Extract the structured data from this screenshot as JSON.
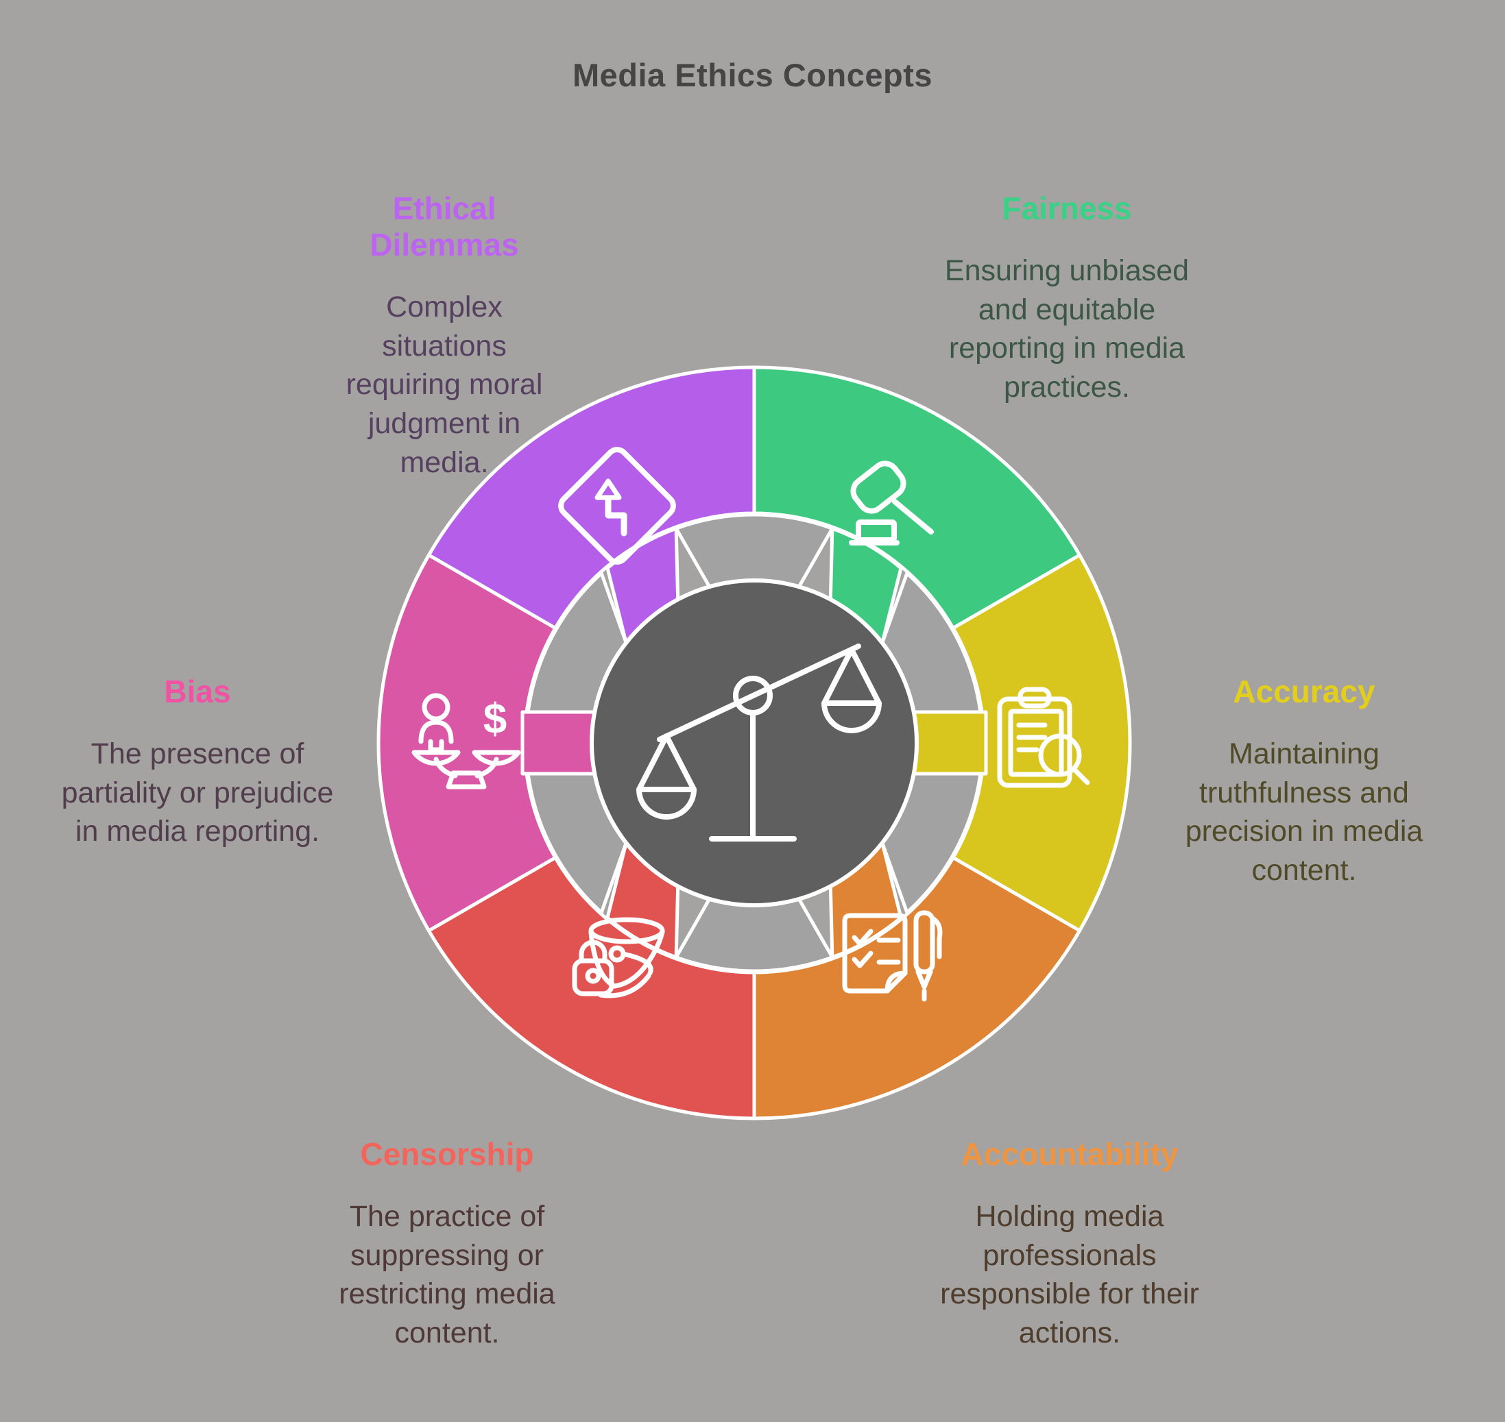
{
  "title": "Media Ethics Concepts",
  "background_color": "#a4a3a2",
  "wheel": {
    "hub_color": "#5f5f5f",
    "ring_gray": "#a3a2a2",
    "outline_color": "#ffffff",
    "center_icon": "balance-scale-icon"
  },
  "concepts": [
    {
      "id": "ethical-dilemmas",
      "label": "Ethical Dilemmas",
      "description": "Complex situations requiring moral judgment in media.",
      "color": "#b55ee9",
      "label_color": "#bc64f0",
      "desc_color": "#564060",
      "icon": "winding-road-sign-icon"
    },
    {
      "id": "fairness",
      "label": "Fairness",
      "description": "Ensuring unbiased and equitable reporting in media practices.",
      "color": "#3dc97f",
      "label_color": "#38d185",
      "desc_color": "#3d5747",
      "icon": "gavel-icon"
    },
    {
      "id": "accuracy",
      "label": "Accuracy",
      "description": "Maintaining truthfulness and precision in media content.",
      "color": "#d8c51d",
      "label_color": "#e3cf1b",
      "desc_color": "#4f4a28",
      "icon": "clipboard-search-icon"
    },
    {
      "id": "accountability",
      "label": "Accountability",
      "description": "Holding media professionals responsible for their actions.",
      "color": "#de8434",
      "label_color": "#ef9440",
      "desc_color": "#4e3d2d",
      "icon": "checklist-pen-icon"
    },
    {
      "id": "censorship",
      "label": "Censorship",
      "description": "The practice of suppressing or restricting media content.",
      "color": "#e15350",
      "label_color": "#f2655d",
      "desc_color": "#4e3938",
      "icon": "bucket-lock-icon"
    },
    {
      "id": "bias",
      "label": "Bias",
      "description": "The presence of partiality or prejudice in media reporting.",
      "color": "#da57a6",
      "label_color": "#ef53a4",
      "desc_color": "#513d4c",
      "icon": "person-money-balance-icon"
    }
  ]
}
